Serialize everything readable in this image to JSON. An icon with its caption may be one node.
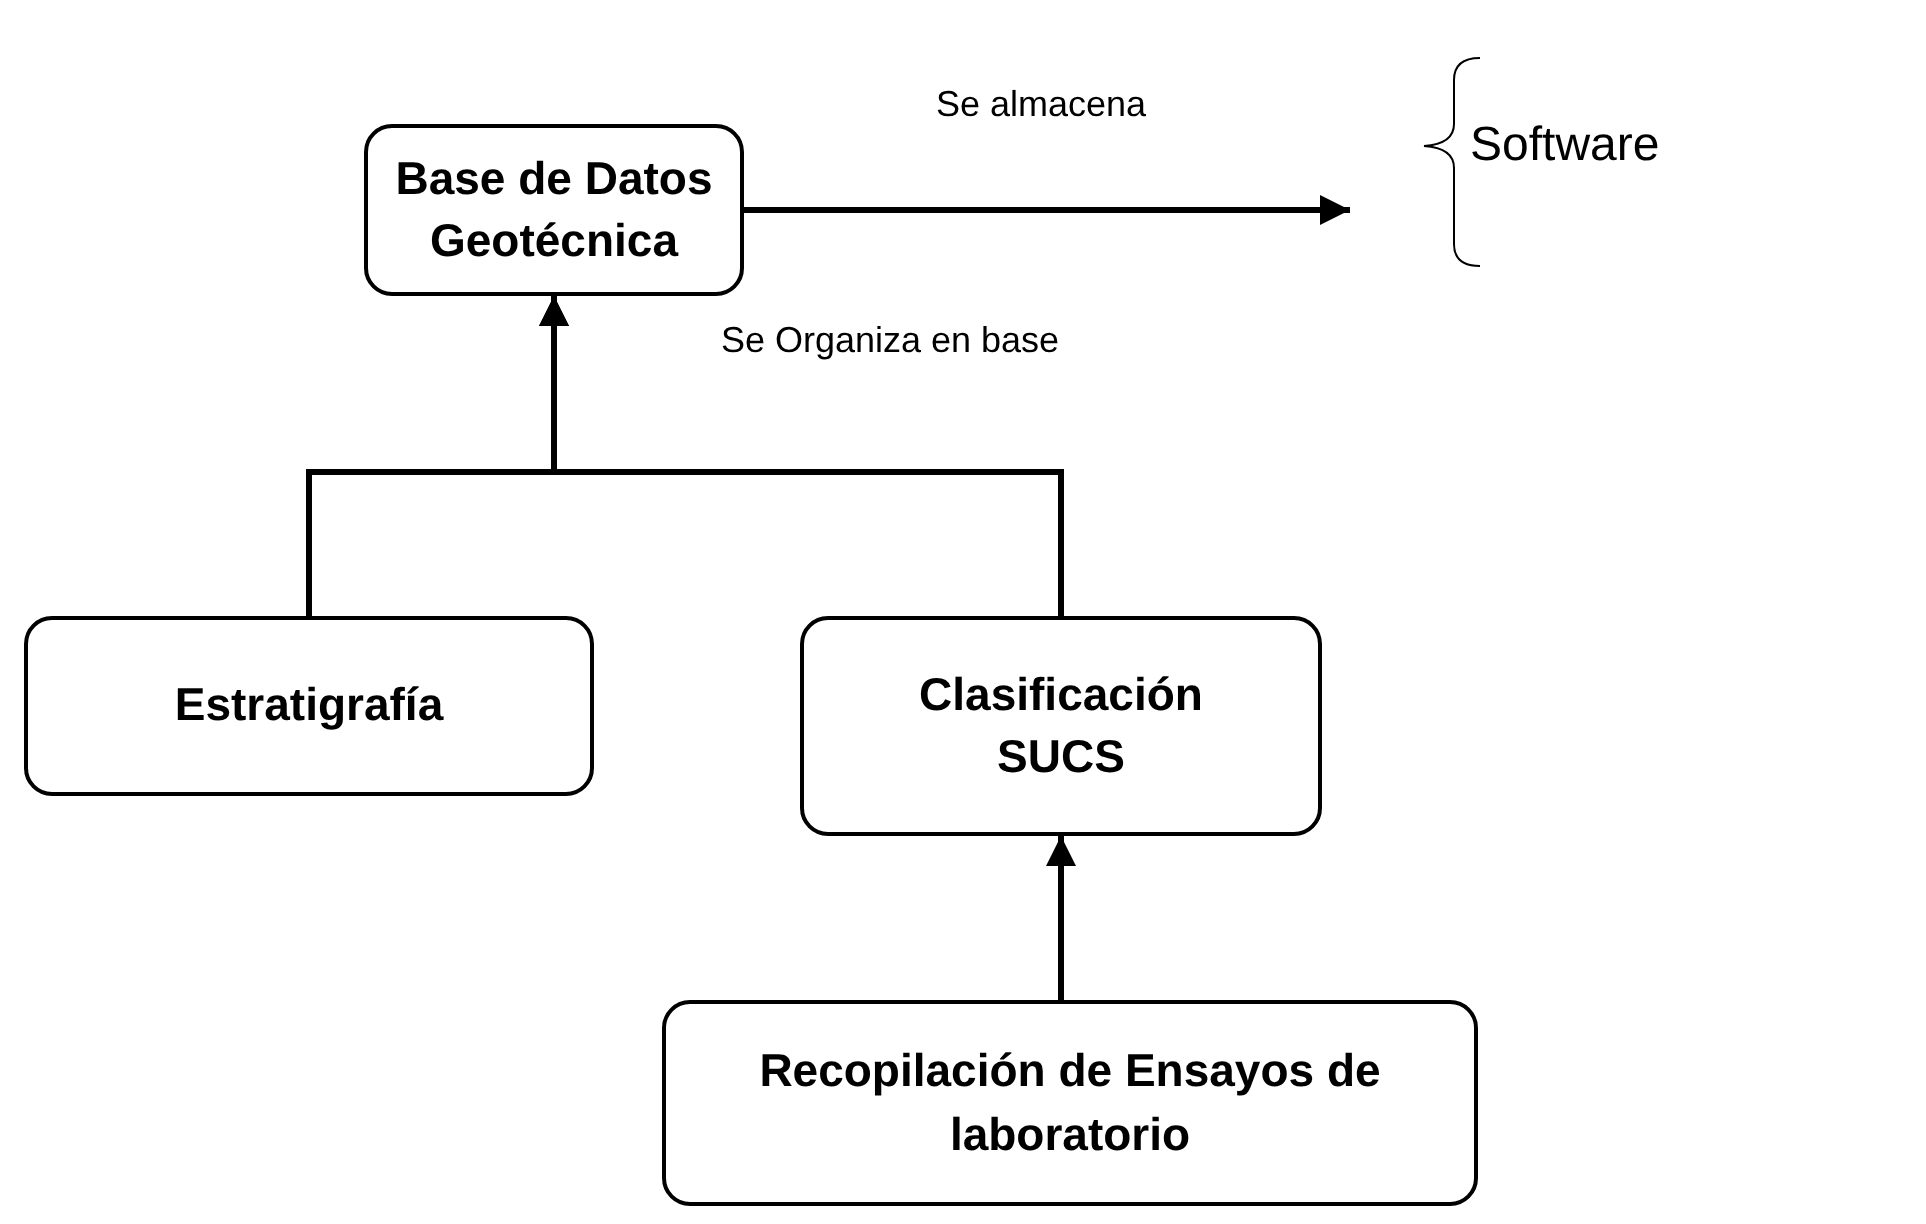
{
  "diagram": {
    "nodes": [
      {
        "text": [
          "Base de Datos Geotécnica"
        ]
      },
      {
        "text": [
          "Software"
        ]
      },
      {
        "text": [
          "Estratigrafía"
        ]
      },
      {
        "text": [
          "Clasificación SUCS"
        ]
      },
      {
        "text": [
          "Recopilación de Ensayos de laboratorio"
        ]
      }
    ],
    "edges": [
      {
        "from": 0,
        "to": 1,
        "arrow": "to",
        "label": "Se almacena"
      },
      {
        "from": 2,
        "to": 0,
        "arrow": "to",
        "label": "Se Organiza en base"
      },
      {
        "from": 3,
        "to": 0,
        "arrow": "to"
      },
      {
        "from": 4,
        "to": 3,
        "arrow": "to"
      }
    ]
  }
}
